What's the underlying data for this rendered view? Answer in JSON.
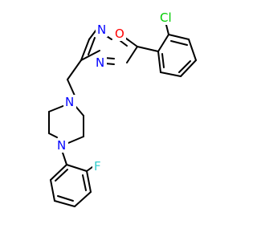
{
  "atoms": {
    "oxygen": {
      "label": "O",
      "color": "#ff0000"
    },
    "nitrogen_oxadiazole": {
      "label": "N",
      "color": "#0000ff"
    },
    "nitrogen_oxadiazole_2": {
      "label": "N",
      "color": "#0000ff"
    },
    "chlorine": {
      "label": "Cl",
      "color": "#00cc00"
    },
    "nitrogen_piperazine_top": {
      "label": "N",
      "color": "#0000ff"
    },
    "nitrogen_piperazine_bottom": {
      "label": "N",
      "color": "#0000ff"
    },
    "fluorine": {
      "label": "F",
      "color": "#33cccc"
    }
  },
  "bond_color": "#000000"
}
